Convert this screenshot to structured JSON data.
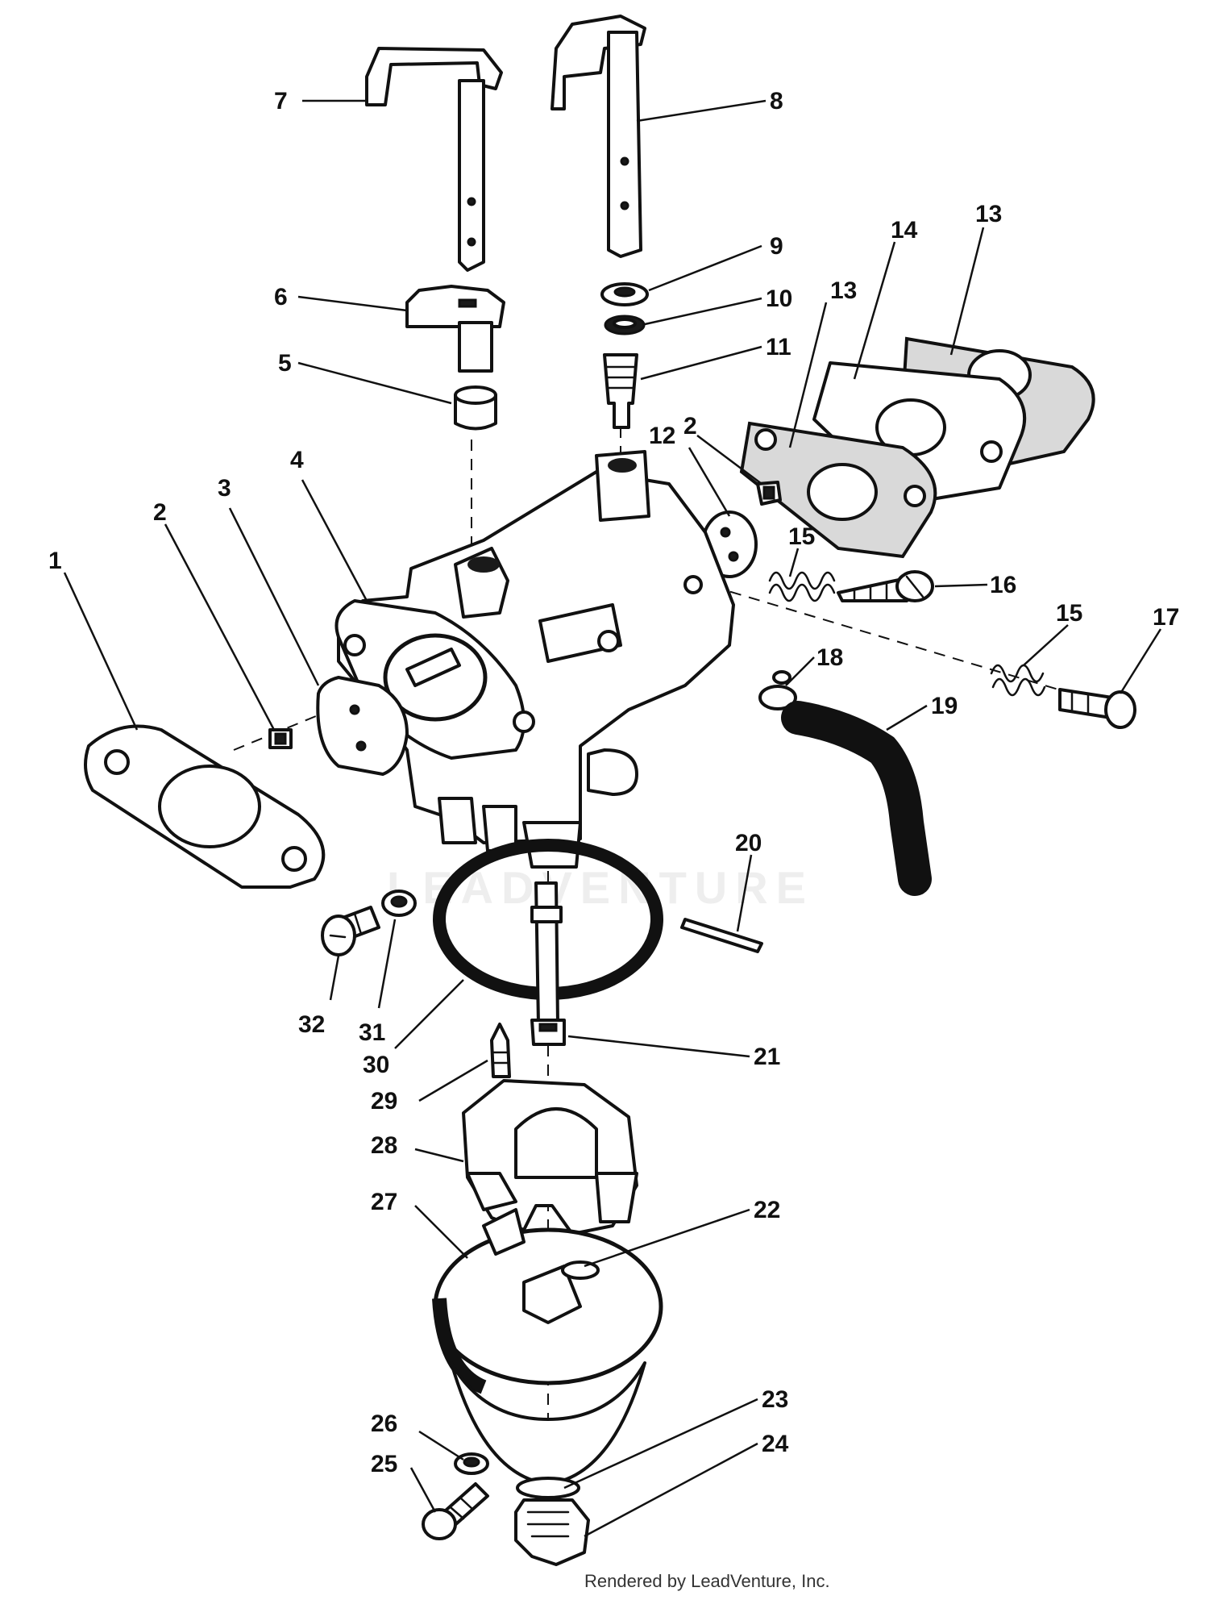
{
  "diagram": {
    "watermark": "LEADVENTURE",
    "credit": "Rendered by LeadVenture, Inc.",
    "callouts": [
      {
        "label": "1"
      },
      {
        "label": "2"
      },
      {
        "label": "2"
      },
      {
        "label": "3"
      },
      {
        "label": "4"
      },
      {
        "label": "5"
      },
      {
        "label": "6"
      },
      {
        "label": "7"
      },
      {
        "label": "8"
      },
      {
        "label": "9"
      },
      {
        "label": "10"
      },
      {
        "label": "11"
      },
      {
        "label": "12"
      },
      {
        "label": "13"
      },
      {
        "label": "13"
      },
      {
        "label": "14"
      },
      {
        "label": "15"
      },
      {
        "label": "15"
      },
      {
        "label": "16"
      },
      {
        "label": "17"
      },
      {
        "label": "18"
      },
      {
        "label": "19"
      },
      {
        "label": "20"
      },
      {
        "label": "21"
      },
      {
        "label": "22"
      },
      {
        "label": "23"
      },
      {
        "label": "24"
      },
      {
        "label": "25"
      },
      {
        "label": "26"
      },
      {
        "label": "27"
      },
      {
        "label": "28"
      },
      {
        "label": "29"
      },
      {
        "label": "30"
      },
      {
        "label": "31"
      },
      {
        "label": "32"
      }
    ]
  }
}
